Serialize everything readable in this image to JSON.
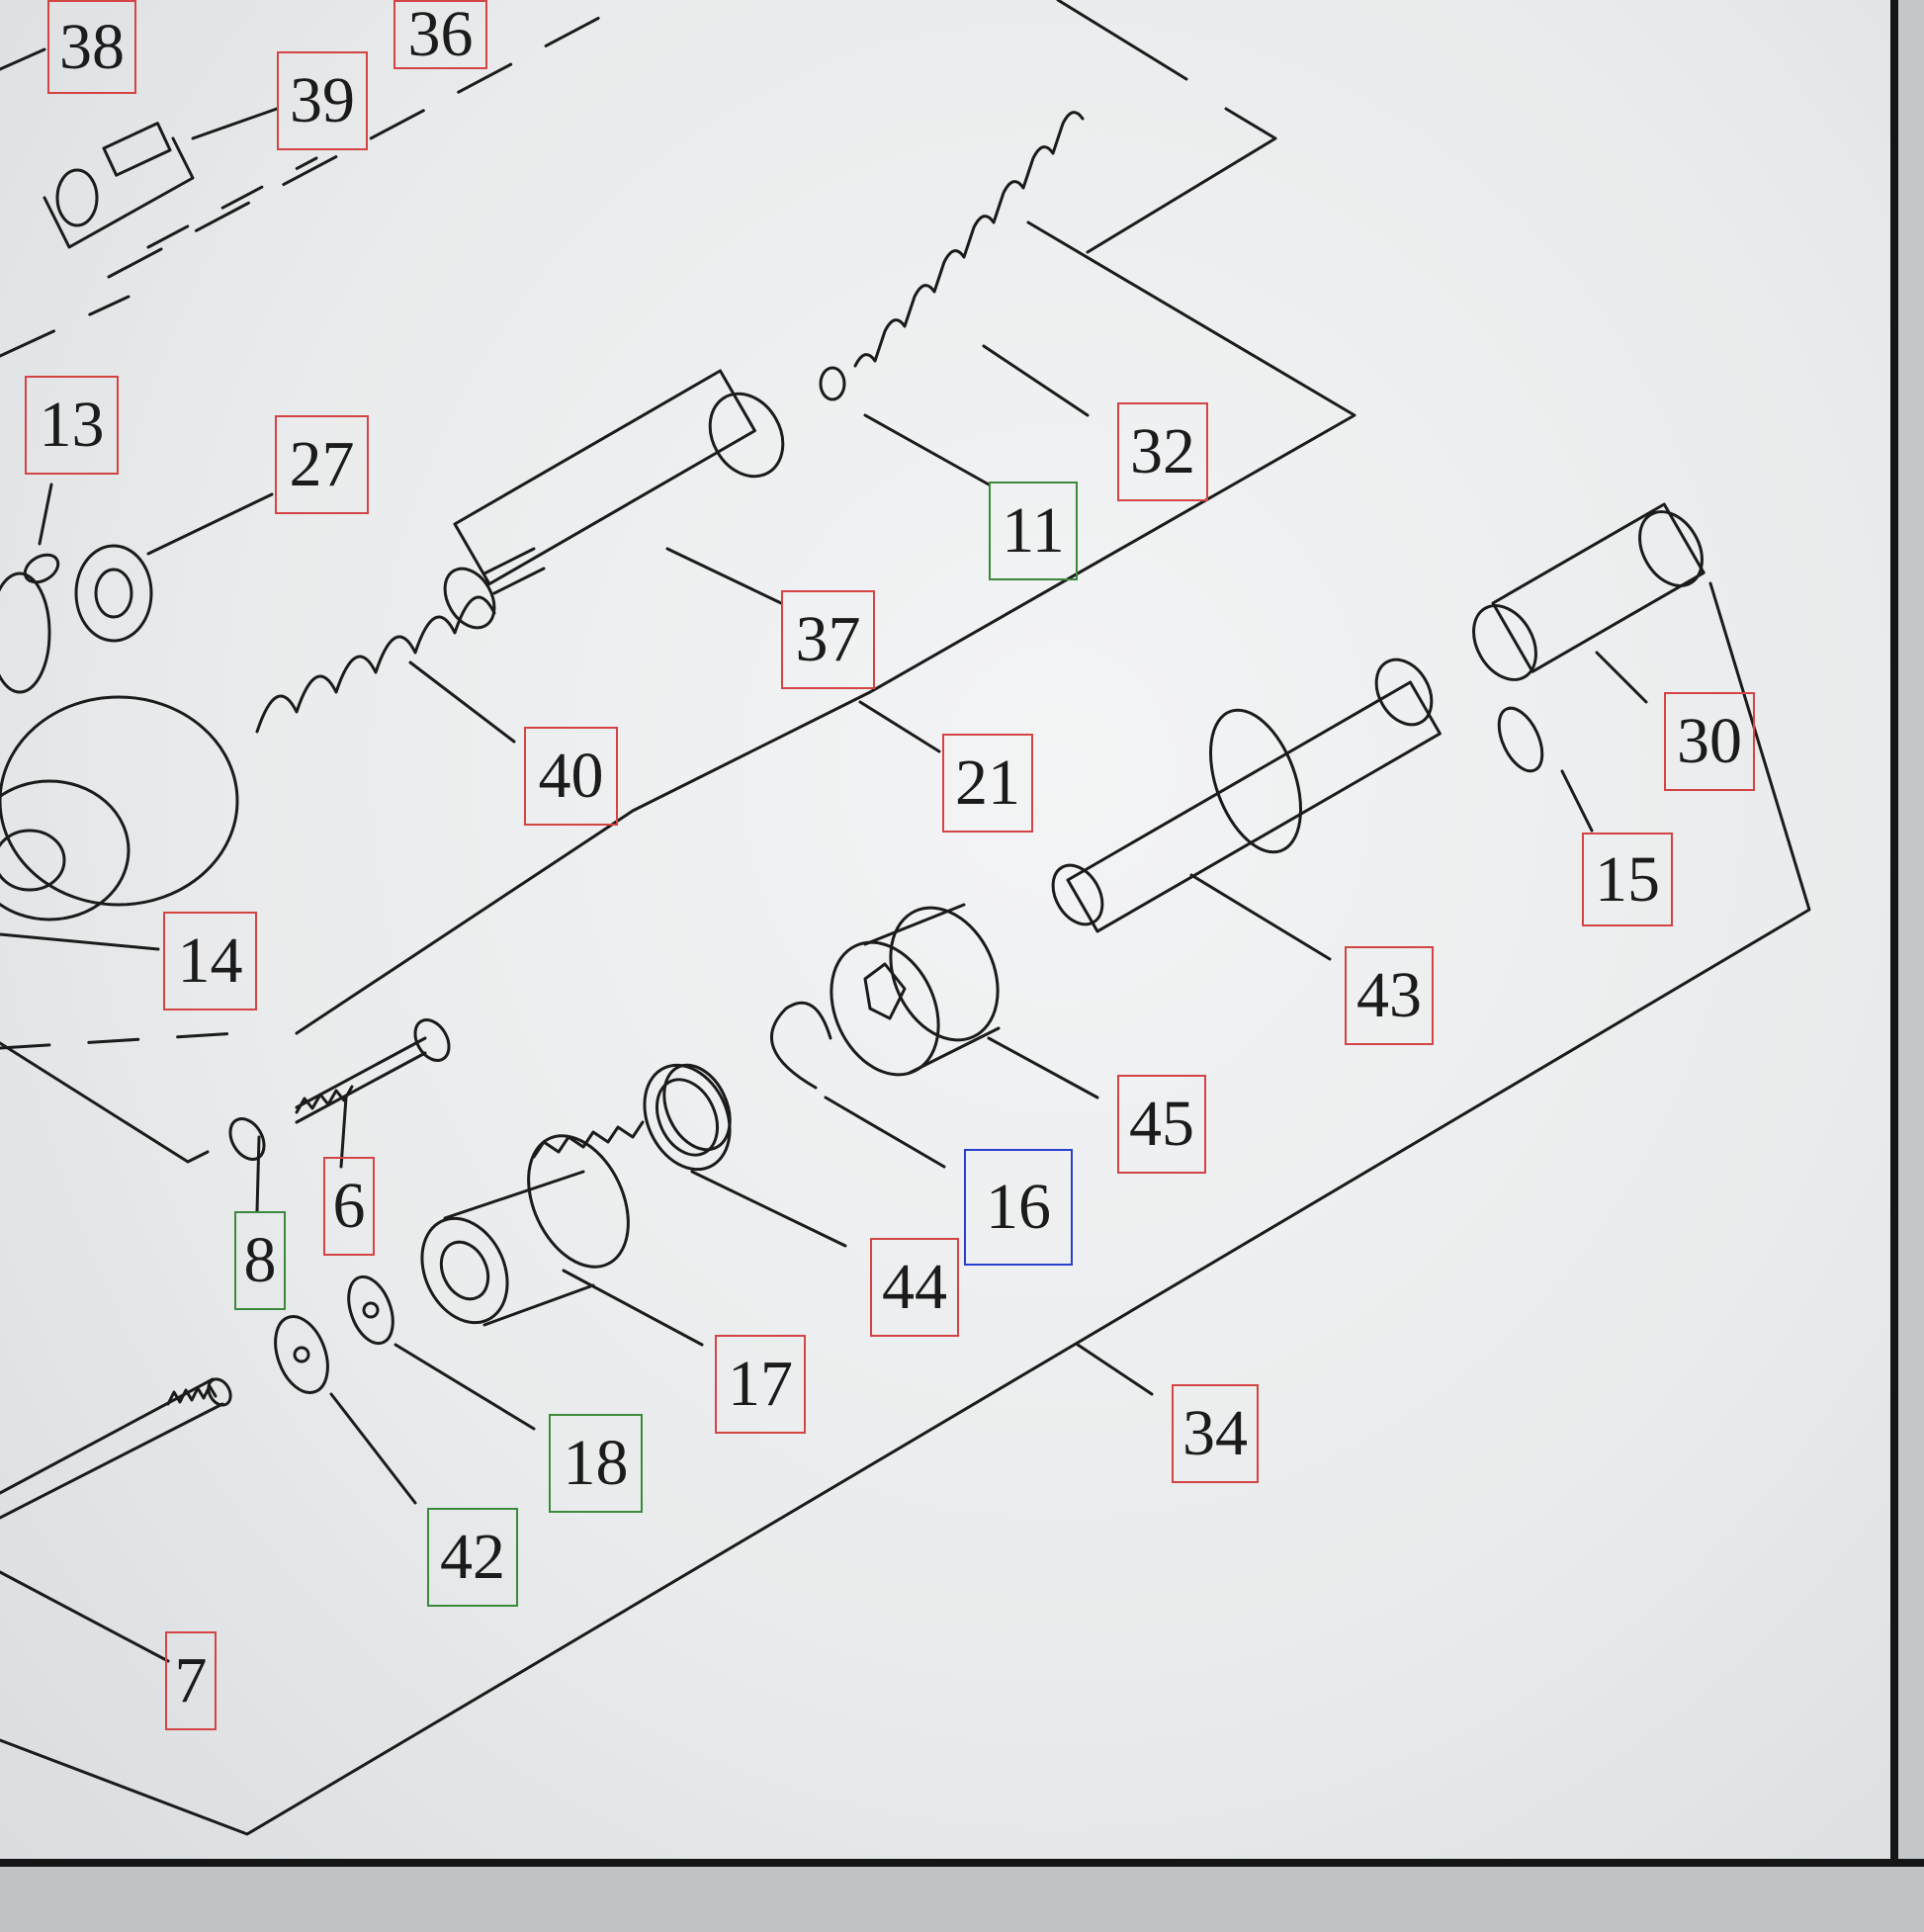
{
  "diagram": {
    "callouts": [
      {
        "id": "c38",
        "label": "38",
        "color": "red"
      },
      {
        "id": "c36",
        "label": "36",
        "color": "red"
      },
      {
        "id": "c39",
        "label": "39",
        "color": "red"
      },
      {
        "id": "c13",
        "label": "13",
        "color": "red"
      },
      {
        "id": "c27",
        "label": "27",
        "color": "red"
      },
      {
        "id": "c32",
        "label": "32",
        "color": "red"
      },
      {
        "id": "c11",
        "label": "11",
        "color": "green"
      },
      {
        "id": "c37",
        "label": "37",
        "color": "red"
      },
      {
        "id": "c30",
        "label": "30",
        "color": "red"
      },
      {
        "id": "c40",
        "label": "40",
        "color": "red"
      },
      {
        "id": "c21",
        "label": "21",
        "color": "red"
      },
      {
        "id": "c15",
        "label": "15",
        "color": "red"
      },
      {
        "id": "c14",
        "label": "14",
        "color": "red"
      },
      {
        "id": "c43",
        "label": "43",
        "color": "red"
      },
      {
        "id": "c45",
        "label": "45",
        "color": "red"
      },
      {
        "id": "c6",
        "label": "6",
        "color": "red"
      },
      {
        "id": "c16",
        "label": "16",
        "color": "blue"
      },
      {
        "id": "c8",
        "label": "8",
        "color": "green"
      },
      {
        "id": "c44",
        "label": "44",
        "color": "red"
      },
      {
        "id": "c17",
        "label": "17",
        "color": "red"
      },
      {
        "id": "c18",
        "label": "18",
        "color": "green"
      },
      {
        "id": "c34",
        "label": "34",
        "color": "red"
      },
      {
        "id": "c42",
        "label": "42",
        "color": "green"
      },
      {
        "id": "c7",
        "label": "7",
        "color": "red"
      }
    ],
    "colors": {
      "red": "#d44444",
      "green": "#3b8a3b",
      "blue": "#2a3fd0",
      "line": "#1b1b1b"
    }
  }
}
